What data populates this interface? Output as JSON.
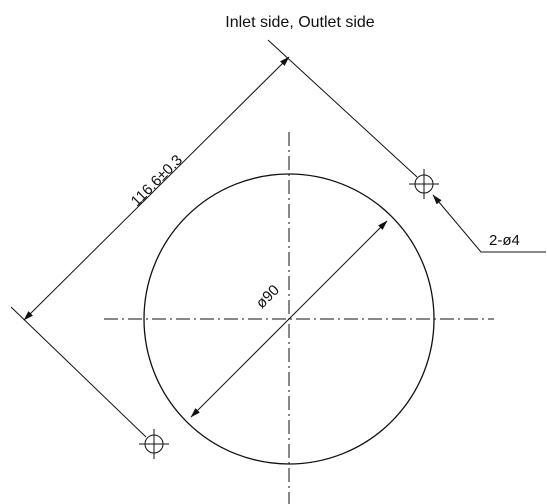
{
  "figure": {
    "caption": "Inlet side, Outlet side",
    "pitch_dimension": "116.6±0.3",
    "bore_dimension": "ø90",
    "hole_callout": "2-ø4"
  }
}
